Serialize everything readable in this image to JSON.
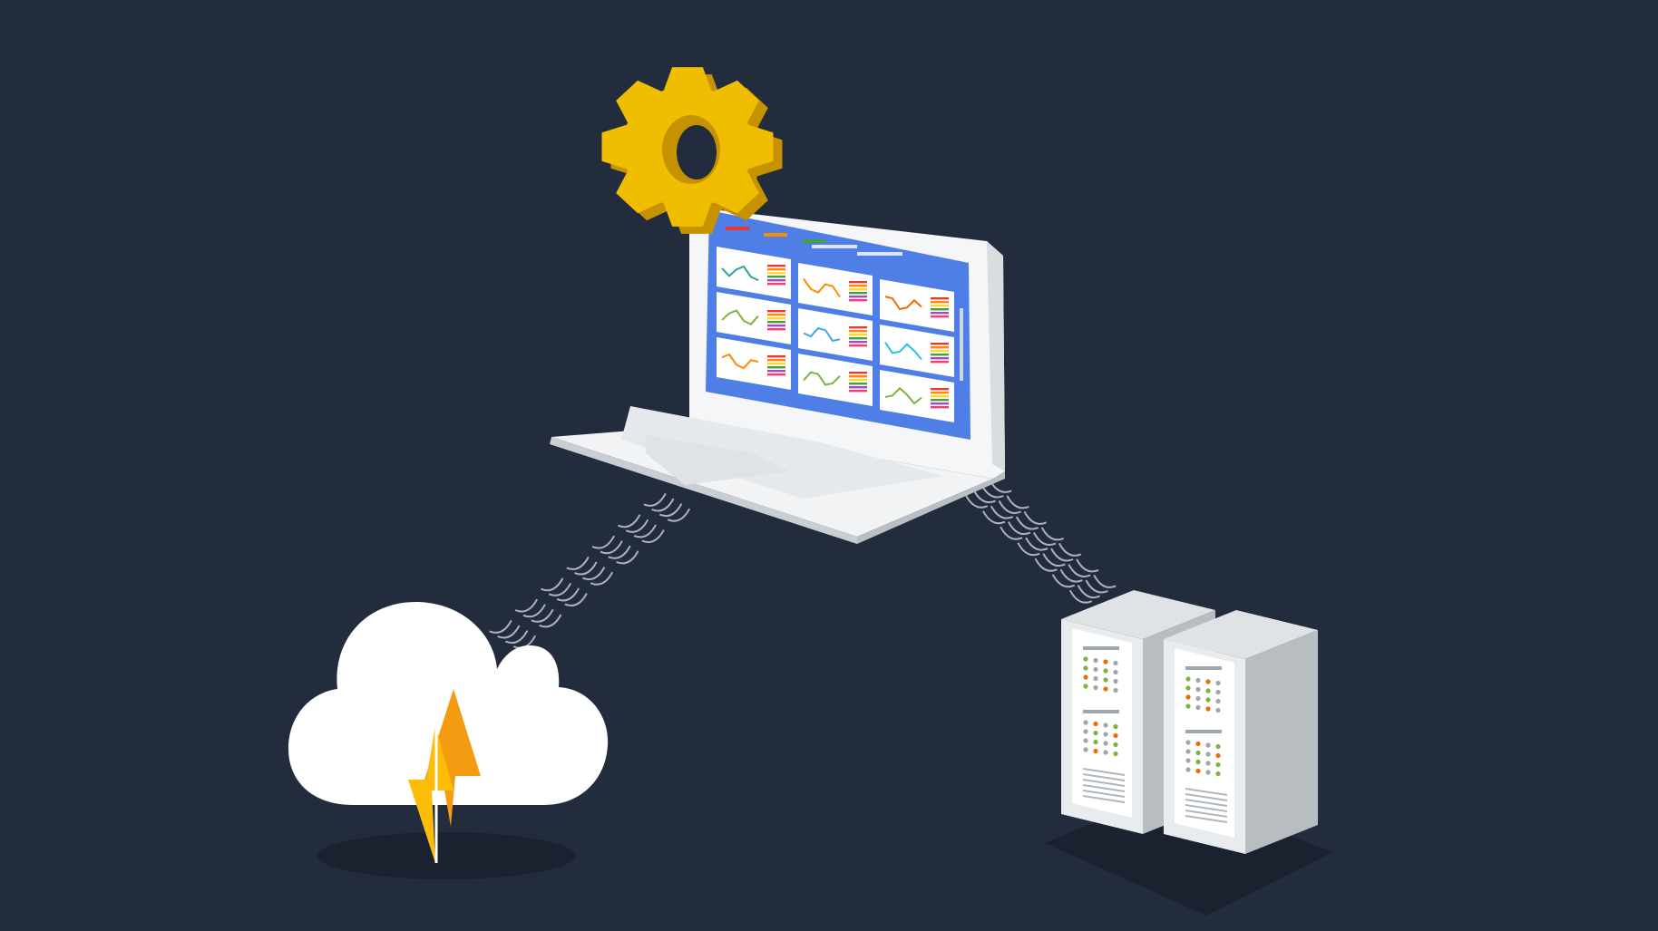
{
  "scene": {
    "background_color": "#222c3c",
    "elements": [
      "gear-icon",
      "laptop",
      "dashboard",
      "cloud-icon",
      "lightning-bolt-icon",
      "server-rack-icon",
      "wireless-signal-waves"
    ]
  },
  "dashboard": {
    "panel_count": 9,
    "screen_color": "#4f7ee6",
    "panel_bar_colors": [
      "#e53935",
      "#fb8c00",
      "#fdd835",
      "#43a047",
      "#ab47bc",
      "#ec407a"
    ],
    "tab_colors": [
      "#e53935",
      "#fb8c00",
      "#43a047"
    ]
  },
  "colors": {
    "gear": "#f1bd00",
    "gear_side": "#c79200",
    "cloud": "#ffffff",
    "bolt_front": "#fbbd08",
    "bolt_back": "#f39c12",
    "server_front": "#e9ecee",
    "server_side": "#b7bdc1",
    "server_top": "#dfe3e5",
    "led_green": "#7cb342",
    "led_orange": "#ef6c00",
    "led_grey": "#9ea7ad",
    "signal_wave": "#aab2bc"
  }
}
